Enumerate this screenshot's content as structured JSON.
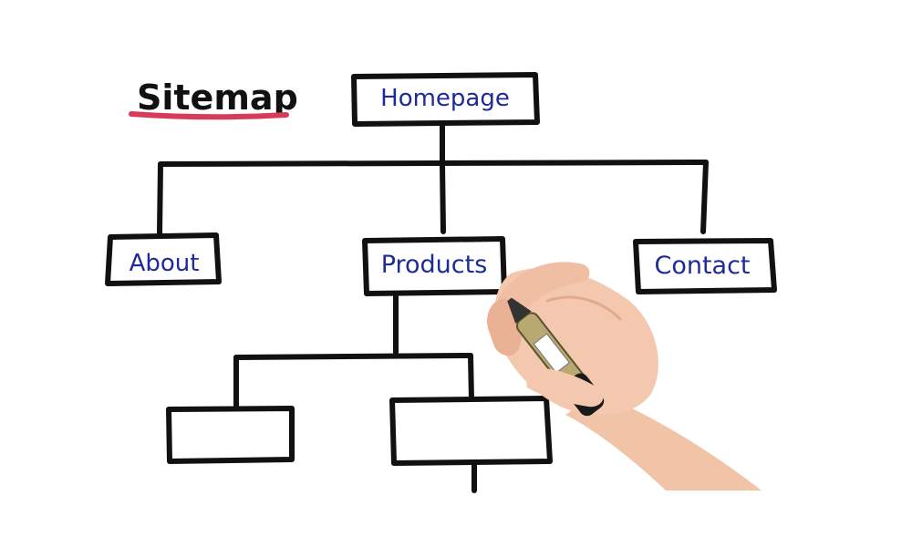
{
  "title": "Sitemap",
  "colors": {
    "background": "#ffffff",
    "ink": "#111111",
    "text": "#1f2a9a",
    "title_underline": "#d83a5a",
    "skin": "#f3c8ae",
    "skin_shadow": "#e2a98e",
    "marker_body": "#b8a872",
    "marker_cap": "#1a1a1a"
  },
  "nodes": {
    "homepage": "Homepage",
    "about": "About",
    "products": "Products",
    "contact": "Contact",
    "product_child_1": "",
    "product_child_2": ""
  },
  "decorations": [
    "hand-drawing-marker"
  ]
}
